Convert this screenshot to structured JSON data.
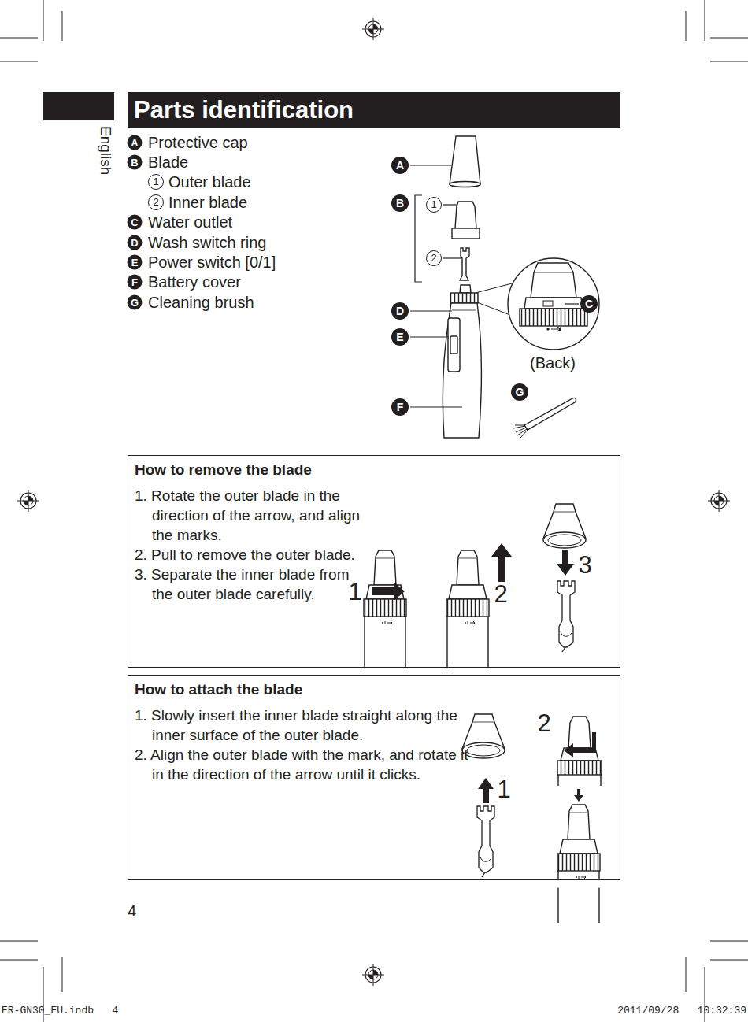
{
  "diagram": {
    "title": "Parts identification",
    "nodes": [
      {
        "text": [
          "How to remove the blade",
          "1. Rotate the outer blade in the direction of the arrow, and align the marks.",
          "2. Pull to remove the outer blade.",
          "3. Separate the inner blade from the outer blade carefully."
        ]
      },
      {
        "text": [
          "How to attach the blade",
          "1. Slowly insert the inner blade straight along the inner surface of the outer blade.",
          "2. Align the outer blade with the mark, and rotate it in the direction of the arrow until it clicks."
        ]
      }
    ],
    "labels": [
      "English",
      "A",
      "Protective cap",
      "B",
      "Blade",
      "1",
      "Outer blade",
      "2",
      "Inner blade",
      "C",
      "Water outlet",
      "D",
      "Wash switch ring",
      "E",
      "Power switch [0/1]",
      "F",
      "Battery cover",
      "G",
      "Cleaning brush",
      "A",
      "B",
      "1",
      "2",
      "D",
      "E",
      "C",
      "(Back)",
      "G",
      "F",
      "1",
      "2",
      "3",
      "1",
      "2",
      "4",
      "ER-GN30_EU.indb   4",
      "2011/09/28   10:32:39"
    ]
  }
}
